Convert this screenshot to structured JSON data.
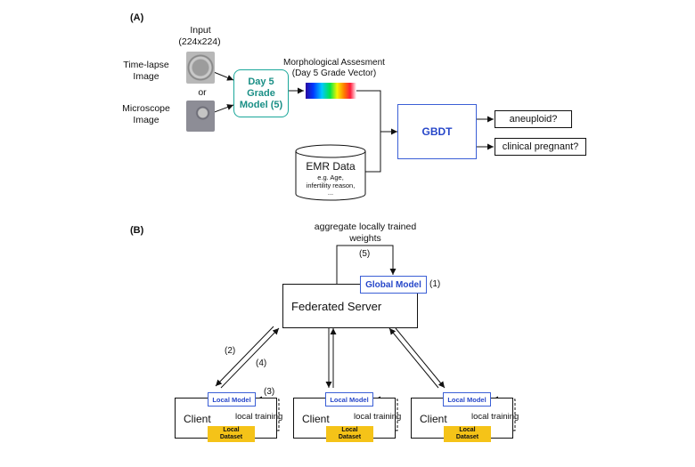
{
  "panel_a": {
    "label": "(A)",
    "input_title": "Input",
    "input_size": "(224x224)",
    "timelapse_label_1": "Time-lapse",
    "timelapse_label_2": "Image",
    "or_label": "or",
    "microscope_label_1": "Microscope",
    "microscope_label_2": "Image",
    "day5_model_1": "Day 5",
    "day5_model_2": "Grade",
    "day5_model_3": "Model (5)",
    "morph_title_1": "Morphological Assesment",
    "morph_title_2": "(Day 5 Grade Vector)",
    "emr_title": "EMR Data",
    "emr_sub_1": "e.g. Age,",
    "emr_sub_2": "infertility reason,",
    "emr_sub_3": "...",
    "gbdt": "GBDT",
    "output_1": "aneuploid?",
    "output_2": "clinical pregnant?"
  },
  "panel_b": {
    "label": "(B)",
    "aggregate_1": "aggregate locally trained",
    "aggregate_2": "weights",
    "step_5": "(5)",
    "global_model": "Global Model",
    "step_1": "(1)",
    "server": "Federated Server",
    "step_2": "(2)",
    "step_4": "(4)",
    "step_3": "(3)",
    "clients": [
      {
        "name": "Client",
        "local_model": "Local Model",
        "training": "local training",
        "dataset_1": "Local",
        "dataset_2": "Dataset"
      },
      {
        "name": "Client",
        "local_model": "Local Model",
        "training": "local training",
        "dataset_1": "Local",
        "dataset_2": "Dataset"
      },
      {
        "name": "Client",
        "local_model": "Local Model",
        "training": "local training",
        "dataset_1": "Local",
        "dataset_2": "Dataset"
      }
    ]
  },
  "colors": {
    "teal": "#1aa79a",
    "blue": "#2747c9",
    "dataset_yellow": "#f5c318"
  }
}
